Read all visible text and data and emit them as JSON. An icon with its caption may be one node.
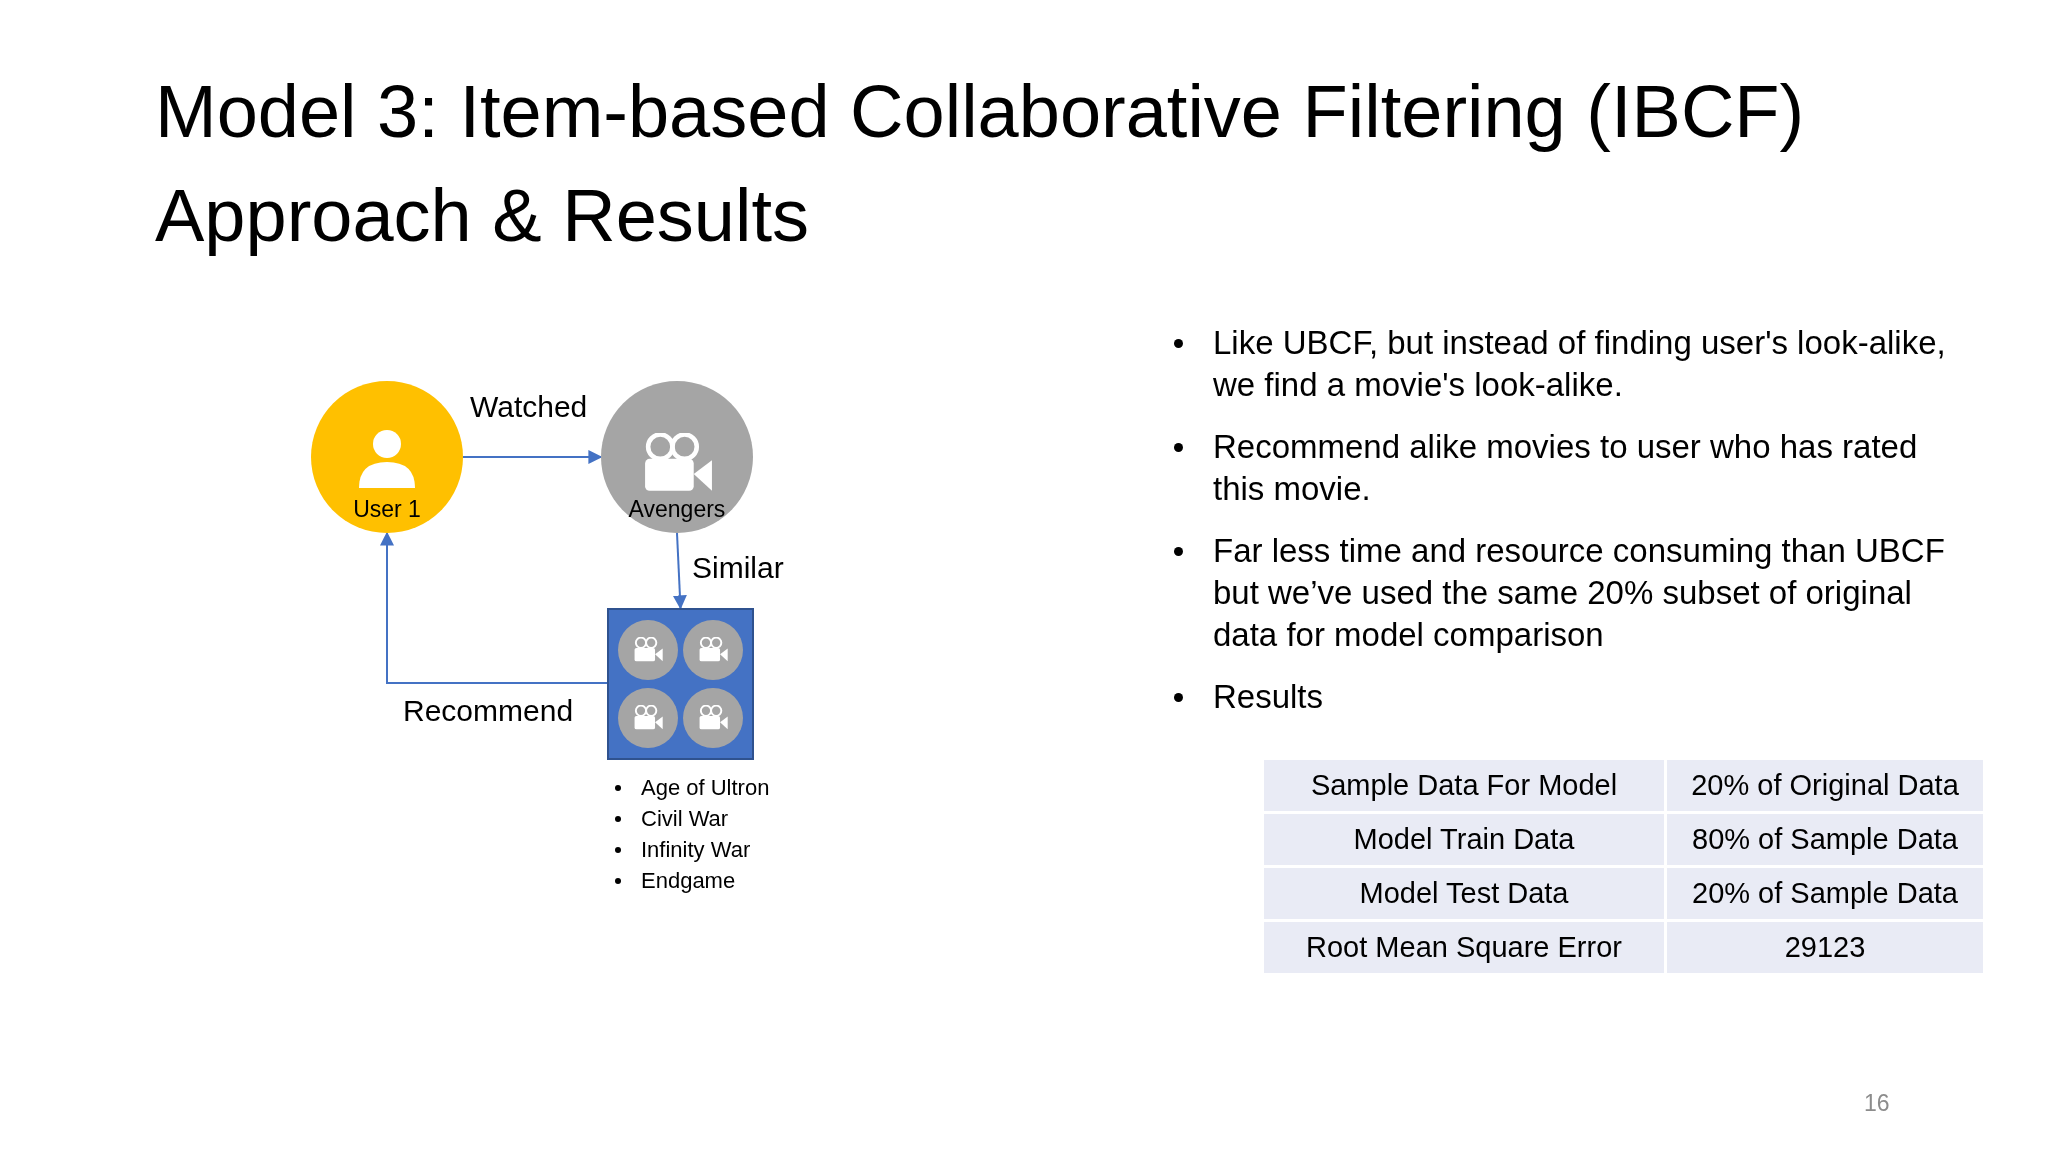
{
  "diagram": {
    "title": "Model 3: Item-based Collaborative Filtering (IBCF) Approach & Results",
    "nodes": [
      {
        "text": [
          "User 1"
        ]
      },
      {
        "text": [
          "Avengers"
        ]
      },
      {
        "text": [],
        "shape": "box",
        "beside": [
          "Age of Ultron",
          "Civil War",
          "Infinity War",
          "Endgame"
        ]
      }
    ],
    "edges": [
      {
        "from": 0,
        "to": 1,
        "arrow": "to",
        "label": "Watched"
      },
      {
        "from": 1,
        "to": 2,
        "arrow": "to",
        "label": "Similar"
      },
      {
        "from": 2,
        "to": 0,
        "arrow": "to",
        "label": "Recommend"
      }
    ],
    "labels": [
      "Like UBCF, but instead of finding user's look-alike, we find a movie's look-alike.",
      "Recommend alike movies to user who has rated this movie.",
      "Far less time and resource consuming than UBCF but we’ve used the same 20% subset of original data for model comparison",
      "Results",
      "Sample Data For Model",
      "20% of Original Data",
      "Model Train Data",
      "80% of Sample Data",
      "Model Test Data",
      "20% of Sample Data",
      "Root Mean Square Error",
      "29123",
      "16"
    ]
  }
}
